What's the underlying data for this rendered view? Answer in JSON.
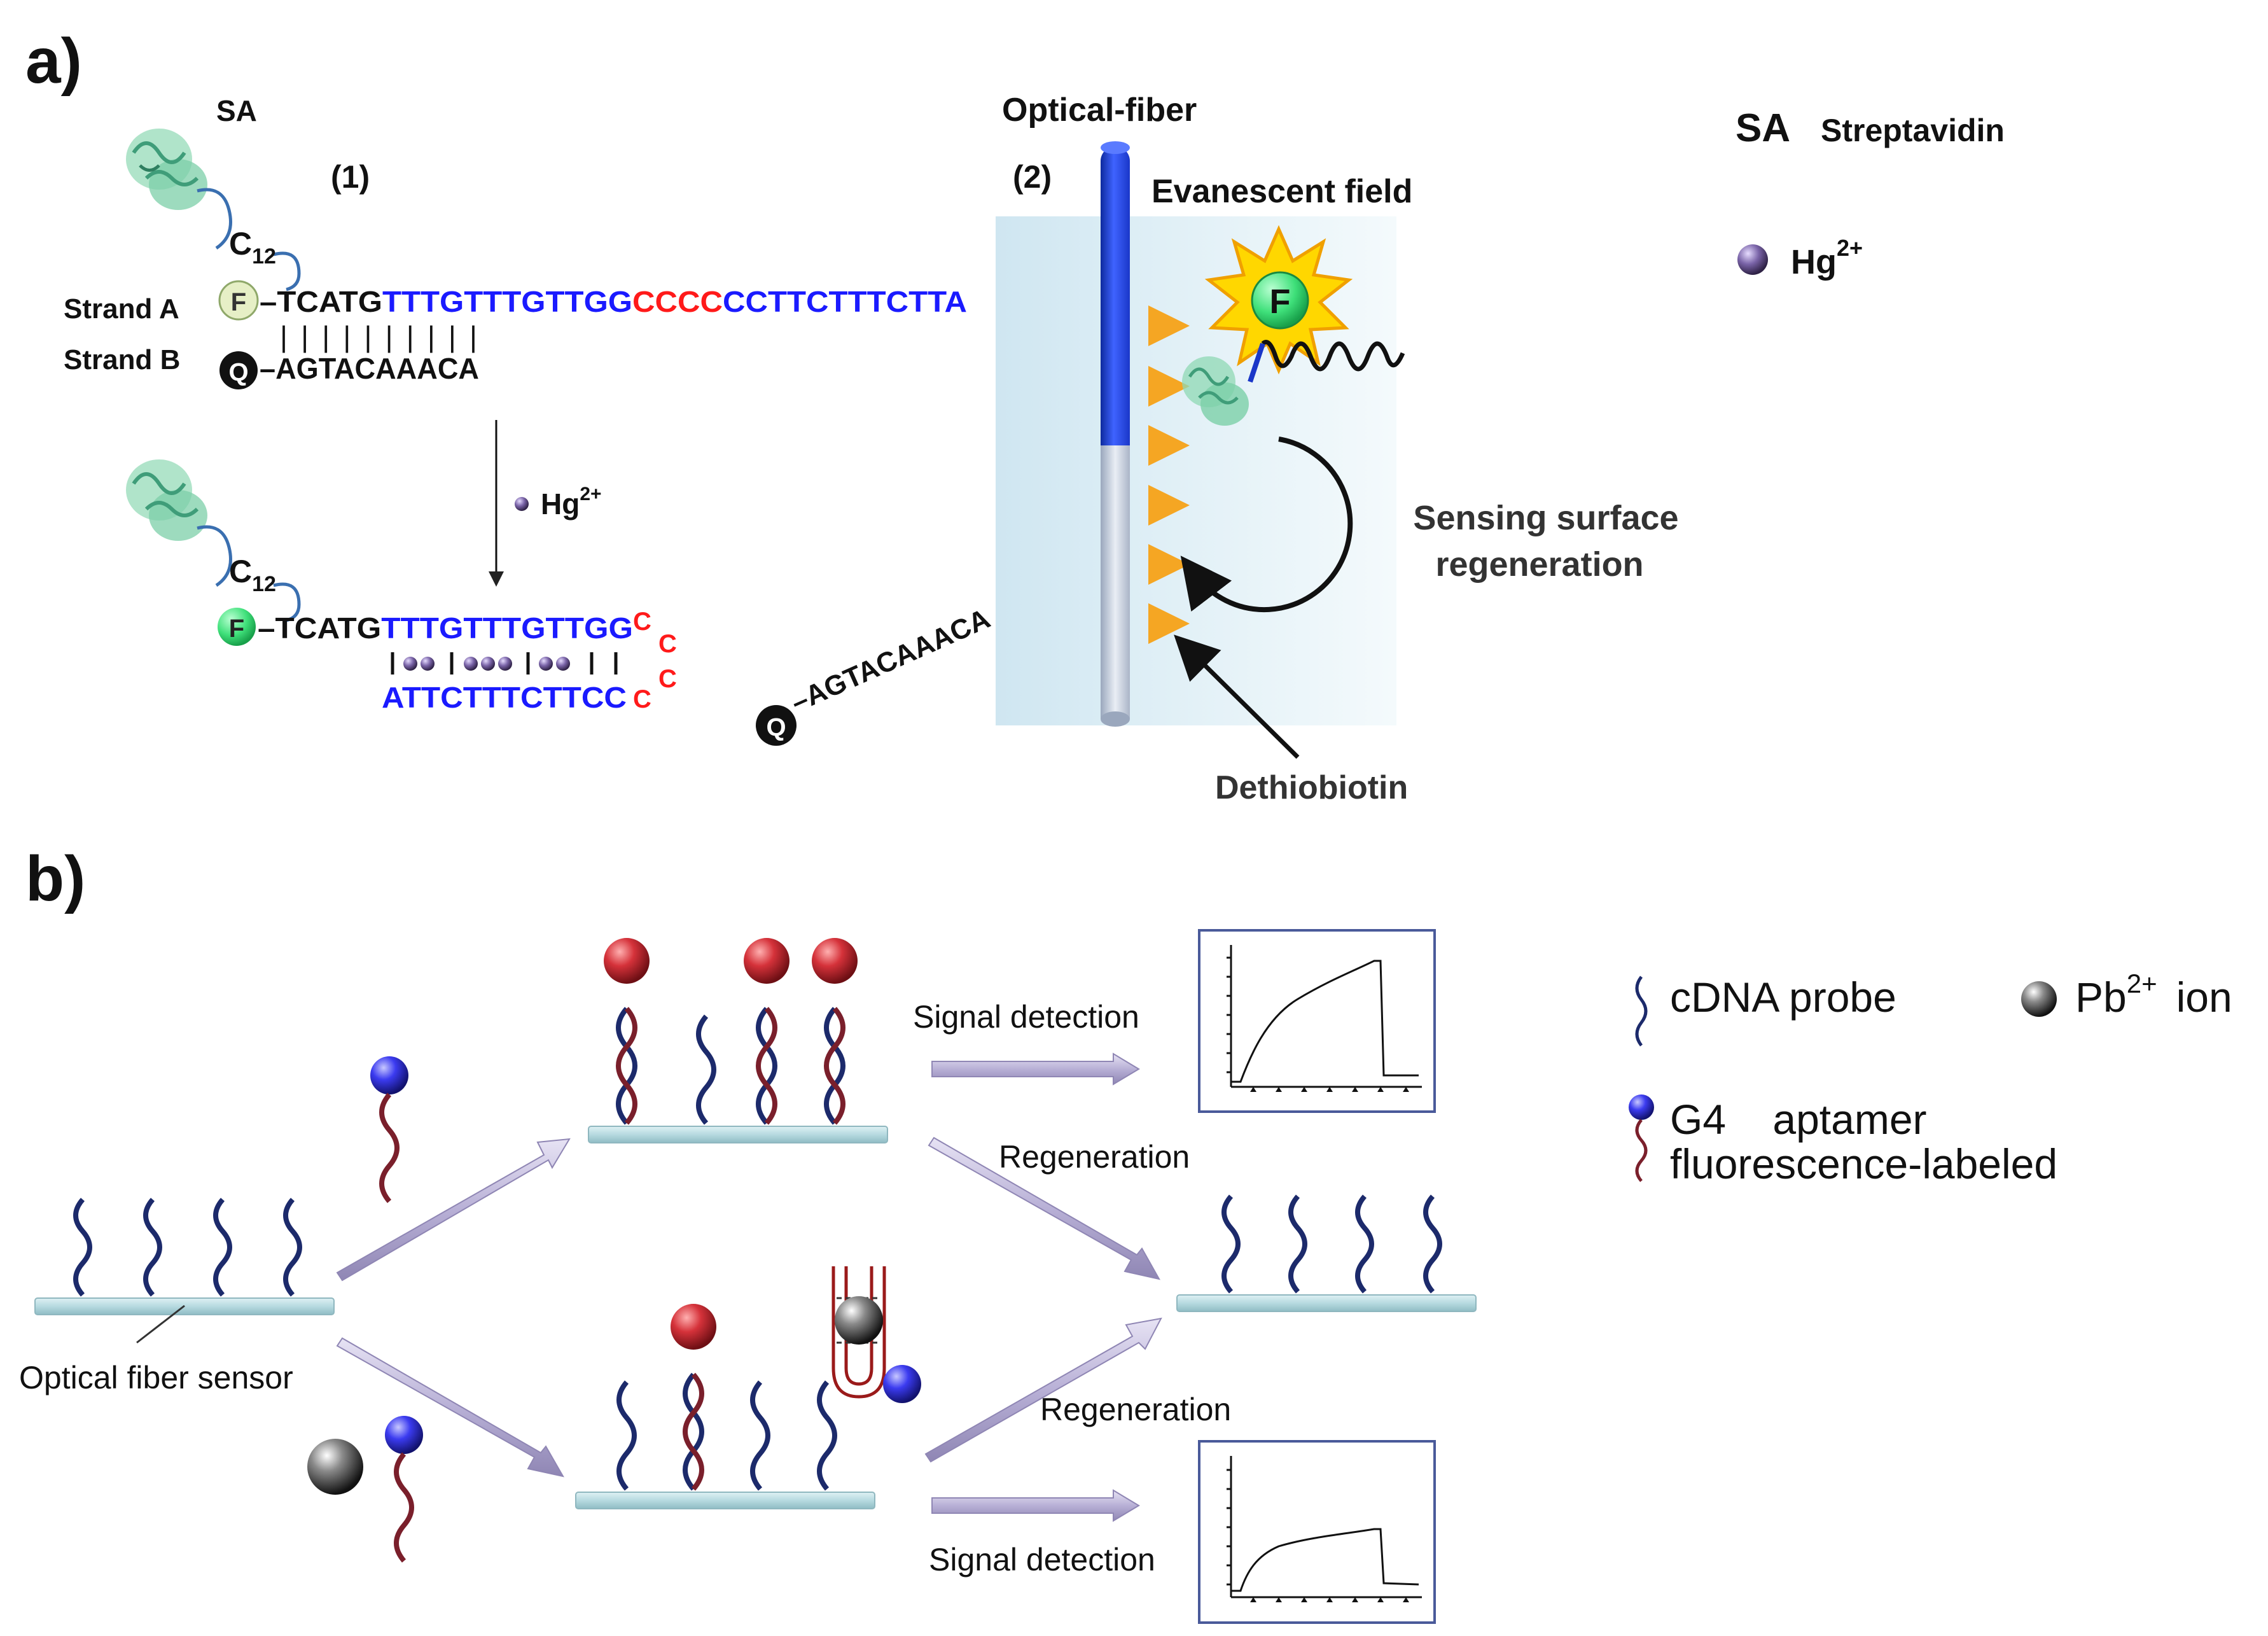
{
  "panel_a": {
    "label": "a)",
    "step1": "(1)",
    "step2": "(2)",
    "sa_top": "SA",
    "c12_base": "C",
    "c12_sub": "12",
    "strand_a_label": "Strand A",
    "strand_b_label": "Strand B",
    "f_letter": "F",
    "q_letter": "Q",
    "strand_a_seq": {
      "black": "TCATG",
      "blue": "TTTGTTTGTTGG",
      "red": "CCCC",
      "blue2": "CCTTCTTTCTTA"
    },
    "pairs": "||||||||||",
    "strand_b_seq": "AGTACAAACA",
    "hg_arrow_label": "Hg",
    "hg_charge": "2+",
    "hairpin": {
      "black": "TCATG",
      "blue": "TTTGTTTGTTGG",
      "loop": [
        "C",
        "C",
        "C",
        "C"
      ],
      "bottom": "ATTCTTTCTTCC",
      "pairs_row": "|●● |●●●|●● | |"
    },
    "free_strand": "AGTACAAACA",
    "optical_fiber": "Optical-fiber",
    "evanescent": "Evanescent field",
    "regeneration": [
      "Sensing surface",
      "regeneration"
    ],
    "dethiobiotin": "Dethiobiotin",
    "legend": {
      "sa_abbr": "SA",
      "sa_full": "Streptavidin",
      "hg": "Hg",
      "hg_charge": "2+"
    }
  },
  "panel_b": {
    "label": "b)",
    "optical_fiber_sensor": "Optical fiber sensor",
    "signal_detection_top": "Signal detection",
    "signal_detection_bottom": "Signal detection",
    "regeneration_top": "Regeneration",
    "regeneration_bottom": "Regeneration",
    "legend": {
      "cdna": "cDNA probe",
      "pb": "Pb",
      "pb_charge": "2+",
      "pb_ion": "ion",
      "g4_line1": "G4    aptamer",
      "g4_line2": "fluorescence-labeled"
    }
  },
  "colors": {
    "blue_seq": "#1a1aff",
    "red_seq": "#ff1a1a",
    "fiber_blue": "#1f3fd0",
    "field_bg": "#d9edf5",
    "triangle": "#f5a623",
    "star": "#ffd700",
    "green_f": "#3fe07a",
    "protein": "#7ccfa8",
    "plate": "#bfe0e6",
    "dna_navy": "#1c2a6b",
    "dna_maroon": "#7a1f2b",
    "ball_red": "#c8262a",
    "ball_blue": "#3636e0",
    "ball_gray": "#3a3a3a",
    "arrow_lavender": "#b9b2d6",
    "box_border": "#4a5a9a"
  }
}
